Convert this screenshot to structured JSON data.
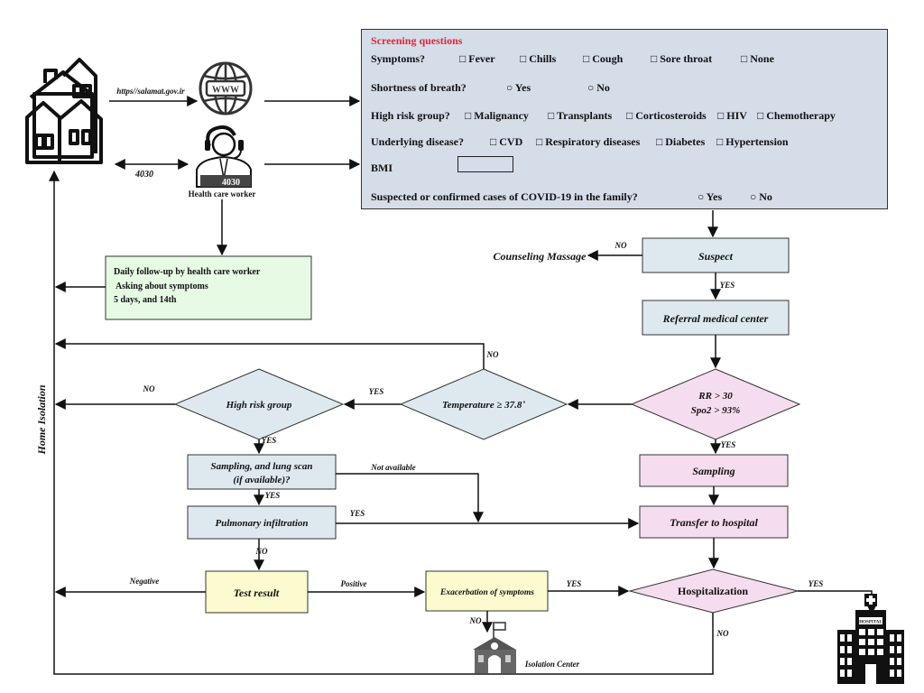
{
  "screening": {
    "title": "Screening questions",
    "symptoms": {
      "label": "Symptoms?",
      "options": [
        "□ Fever",
        "□ Chills",
        "□ Cough",
        "□ Sore throat",
        "□ None"
      ]
    },
    "breath": {
      "label": "Shortness of breath?",
      "options": [
        "○ Yes",
        "○ No"
      ]
    },
    "risk": {
      "label": "High risk group?",
      "options": [
        "□ Malignancy",
        "□ Transplants",
        "□ Corticosteroids",
        "□ HIV",
        "□ Chemotherapy"
      ]
    },
    "disease": {
      "label": "Underlying disease?",
      "options": [
        "□ CVD",
        "□ Respiratory diseases",
        "□ Diabetes",
        "□ Hypertension"
      ]
    },
    "bmi": {
      "label": "BMI"
    },
    "family": {
      "label": "Suspected or confirmed cases of COVID-19 in the family?",
      "options": [
        "○ Yes",
        "○ No"
      ]
    }
  },
  "icons": {
    "url": "https//salamat.gov.ir",
    "www": "WWW",
    "phone": "4030",
    "phone_badge": "4030",
    "worker": "Health care worker",
    "isolation_center": "Isolation Center",
    "hospital_sign": "HOSPITAL"
  },
  "nodes": {
    "followup": [
      "Daily follow-up by health care worker",
      " Asking about symptoms",
      "5 days, and 14th"
    ],
    "counseling": "Counseling Massage",
    "suspect": "Suspect",
    "referral": "Referral medical center",
    "rr": [
      "RR > 30",
      "Spo2 > 93%"
    ],
    "temperature": "Temperature ≥ 37.8˚",
    "highrisk": "High risk group",
    "sampling_scan": [
      "Sampling, and lung scan",
      "(if available)?"
    ],
    "sampling": "Sampling",
    "pulmonary": "Pulmonary infiltration",
    "transfer": "Transfer to hospital",
    "test": "Test result",
    "exacerbation": "Exacerbation of symptoms",
    "hospitalization": "Hospitalization",
    "home_isolation": "Home Isolation"
  },
  "labels": {
    "suspect_no": "NO",
    "suspect_yes": "YES",
    "temp_no": "NO",
    "temp_yes": "YES",
    "risk_no": "NO",
    "risk_yes": "YES",
    "rr_yes": "YES",
    "not_available": "Not available",
    "scan_yes": "YES",
    "pulm_yes": "YES",
    "pulm_no": "NO",
    "negative": "Negative",
    "positive": "Positive",
    "exac_yes": "YES",
    "exac_no": "NO",
    "hosp_yes": "YES",
    "hosp_no": "NO"
  },
  "colors": {
    "panel": "#d5dde8",
    "blue_box": "#dde9ef",
    "pink_box": "#f6dcef",
    "green_box": "#e6fae4",
    "yellow_box": "#fbfbcf",
    "title_red": "#e0263a"
  }
}
